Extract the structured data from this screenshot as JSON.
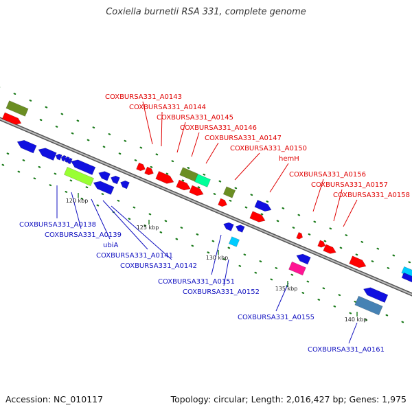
{
  "title": "Coxiella burnetii RSA 331, complete genome",
  "footer": {
    "accession": "Accession: NC_010117",
    "summary": "Topology: circular; Length: 2,016,427 bp; Genes: 1,975"
  },
  "colors": {
    "backbone": "#888888",
    "forward_label": "#e00000",
    "reverse_label": "#1010c0",
    "red": "#ff0000",
    "blue": "#1010e0",
    "olive": "#6b8e23",
    "spring": "#00ff99",
    "lime": "#99ff33",
    "cyan": "#00ccff",
    "magenta": "#ff1493",
    "steel": "#4682b4",
    "tick": "#1a7a1a"
  },
  "ticks": [
    "120 kbp",
    "125 kbp",
    "130 kbp",
    "135 kbp",
    "140 kbp"
  ],
  "forward_labels": [
    "COXBURSA331_A0143",
    "COXBURSA331_A0144",
    "COXBURSA331_A0145",
    "COXBURSA331_A0146",
    "COXBURSA331_A0147",
    "COXBURSA331_A0150",
    "hemH",
    "COXBURSA331_A0156",
    "COXBURSA331_A0157",
    "COXBURSA331_A0158"
  ],
  "reverse_labels": [
    "COXBURSA331_A0138",
    "COXBURSA331_A0139",
    "ubiA",
    "COXBURSA331_A0141",
    "COXBURSA331_A0142",
    "COXBURSA331_A0151",
    "COXBURSA331_A0152",
    "COXBURSA331_A0155",
    "COXBURSA331_A0161"
  ]
}
